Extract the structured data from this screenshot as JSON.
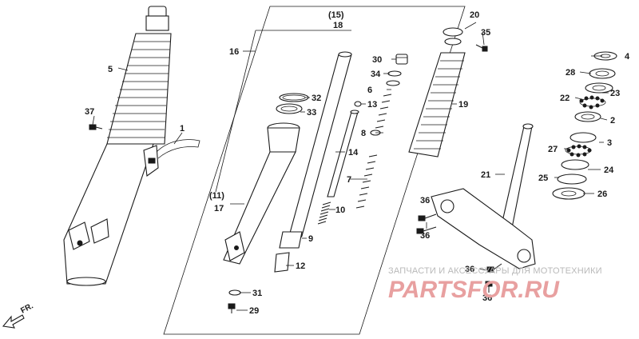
{
  "diagram": {
    "callouts": {
      "c1": "1",
      "c2": "2",
      "c3": "3",
      "c4": "4",
      "c5": "5",
      "c6": "6",
      "c7": "7",
      "c8": "8",
      "c9": "9",
      "c10": "10",
      "c11": "(11)",
      "c12": "12",
      "c13": "13",
      "c14": "14",
      "c15": "(15)",
      "c16": "16",
      "c17": "17",
      "c18": "18",
      "c19": "19",
      "c20": "20",
      "c21": "21",
      "c22": "22",
      "c23": "23",
      "c24": "24",
      "c25": "25",
      "c26": "26",
      "c27": "27",
      "c28": "28",
      "c29": "29",
      "c30": "30",
      "c31": "31",
      "c32": "32",
      "c33": "33",
      "c34": "34",
      "c35": "35",
      "c36": "36",
      "c37": "37"
    },
    "direction_label": "FR.",
    "watermark": {
      "line1": "ЗАПЧАСТИ И АКСЕССУАРЫ ДЛЯ МОТОТЕХНИКИ",
      "logo": "PARTSFOR.RU"
    }
  }
}
